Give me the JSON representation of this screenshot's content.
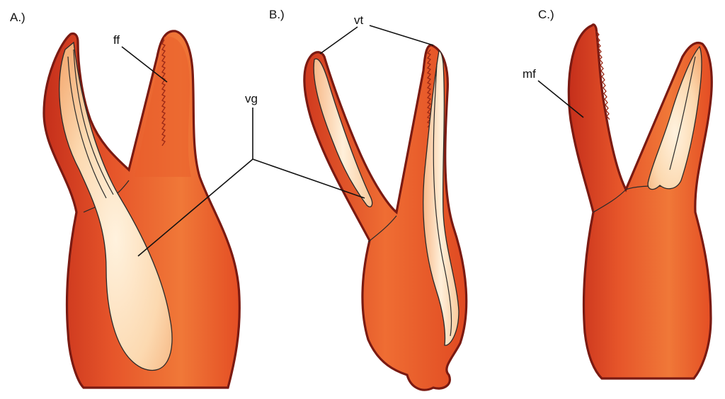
{
  "panels": [
    {
      "label": "A.)"
    },
    {
      "label": "B.)"
    },
    {
      "label": "C.)"
    }
  ],
  "annotations": {
    "ff": "ff",
    "vg": "vg",
    "vt": "vt",
    "mf": "mf"
  },
  "colors": {
    "shell_dark": "#c8331c",
    "shell_main": "#e8552a",
    "shell_light": "#f07a3a",
    "outline": "#7a1a12",
    "gland_light": "#fde6c8",
    "gland_mid": "#f8c89c",
    "teeth": "#a02a18"
  }
}
